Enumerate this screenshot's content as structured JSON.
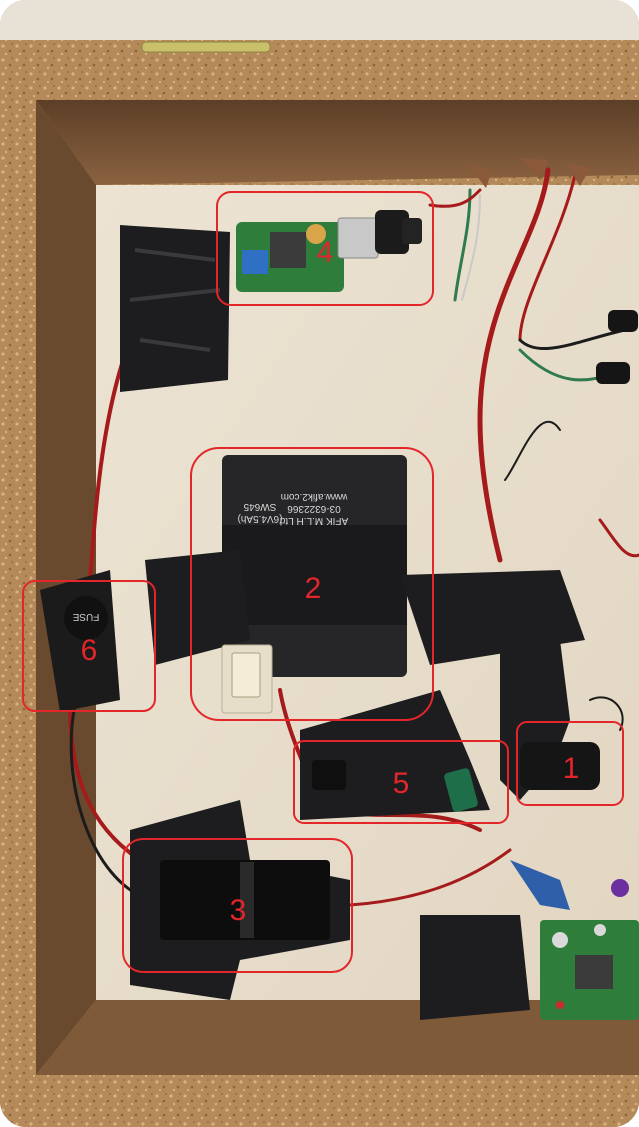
{
  "photo": {
    "description_icon": "electronics-box-photo-icon",
    "colors": {
      "wood": "#b58a5a",
      "wood_dark": "#7a5332",
      "board": "#e9dfcf",
      "tape": "#1d1d1f",
      "annotation": "#e3262a",
      "wire_red": "#b21e1e",
      "wire_green": "#2f7a4e"
    }
  },
  "annotations": [
    {
      "id": "1",
      "label": "1"
    },
    {
      "id": "2",
      "label": "2"
    },
    {
      "id": "3",
      "label": "3"
    },
    {
      "id": "4",
      "label": "4"
    },
    {
      "id": "5",
      "label": "5"
    },
    {
      "id": "6",
      "label": "6"
    }
  ],
  "battery_print": {
    "line1": "SW645",
    "line2": "(6V4.5Ah)",
    "line3": "www.afik2.com",
    "line4": "03-6322366",
    "line5": "AFIK M.L.H Ltd"
  },
  "fuse_cap_text": "FUSE"
}
